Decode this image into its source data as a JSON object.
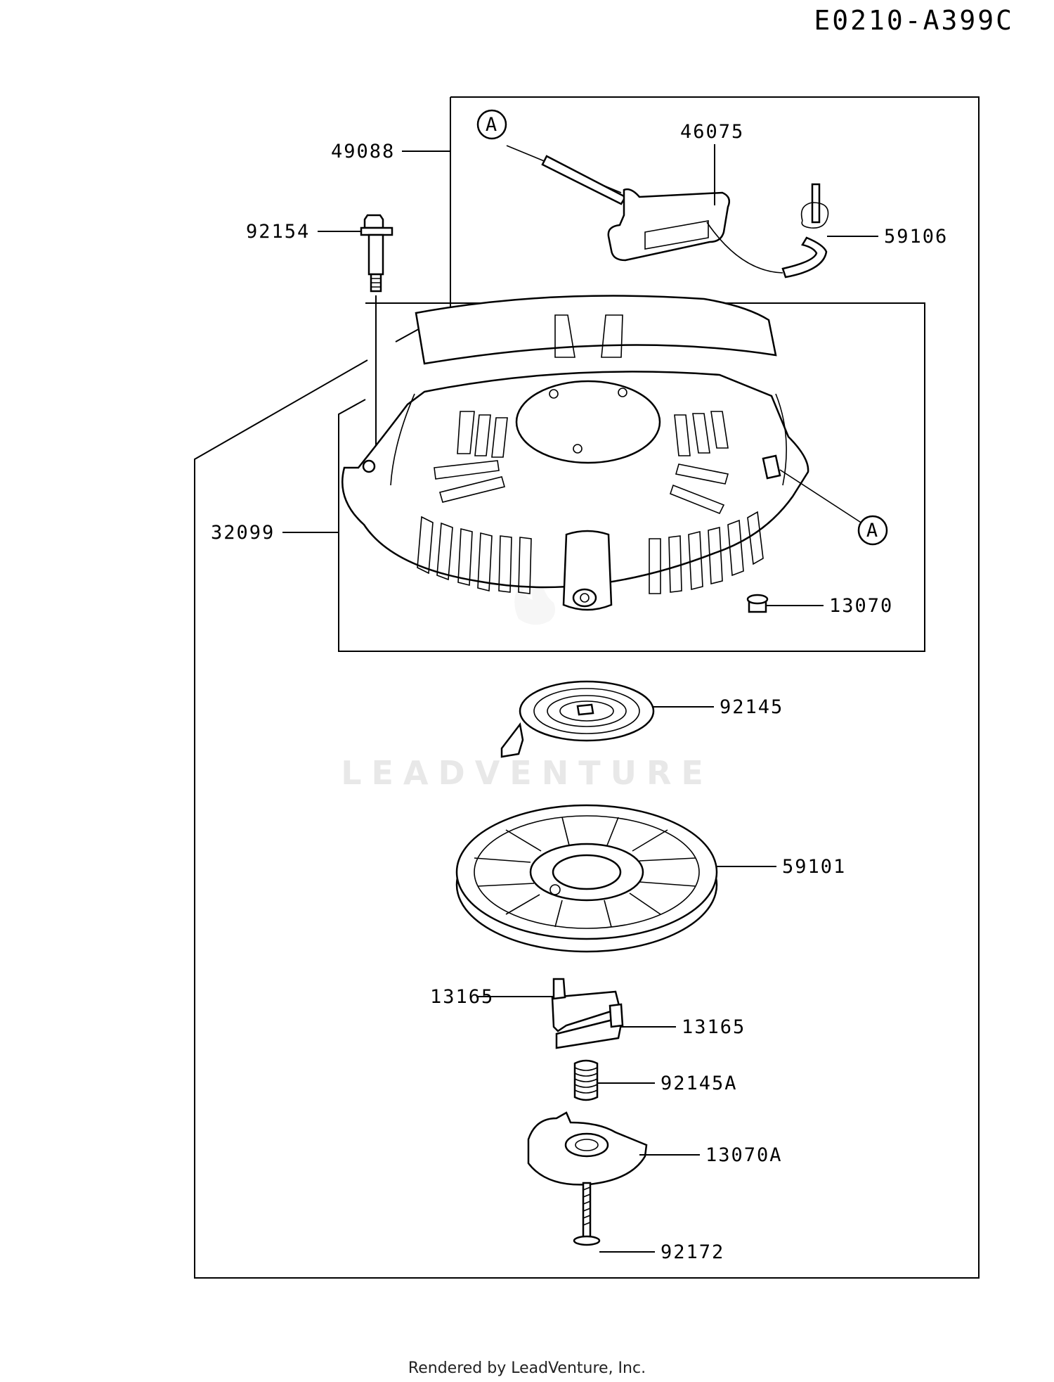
{
  "diagram_id": "E0210-A399C",
  "watermark": "LEADVENTURE",
  "footer": "Rendered by LeadVenture, Inc.",
  "callouts": {
    "a_top": "A",
    "a_right": "A"
  },
  "parts": {
    "p49088": "49088",
    "p46075": "46075",
    "p59106": "59106",
    "p92154": "92154",
    "p32099": "32099",
    "p13070": "13070",
    "p92145": "92145",
    "p59101": "59101",
    "p13165_a": "13165",
    "p13165_b": "13165",
    "p92145A": "92145A",
    "p13070A": "13070A",
    "p92172": "92172"
  }
}
